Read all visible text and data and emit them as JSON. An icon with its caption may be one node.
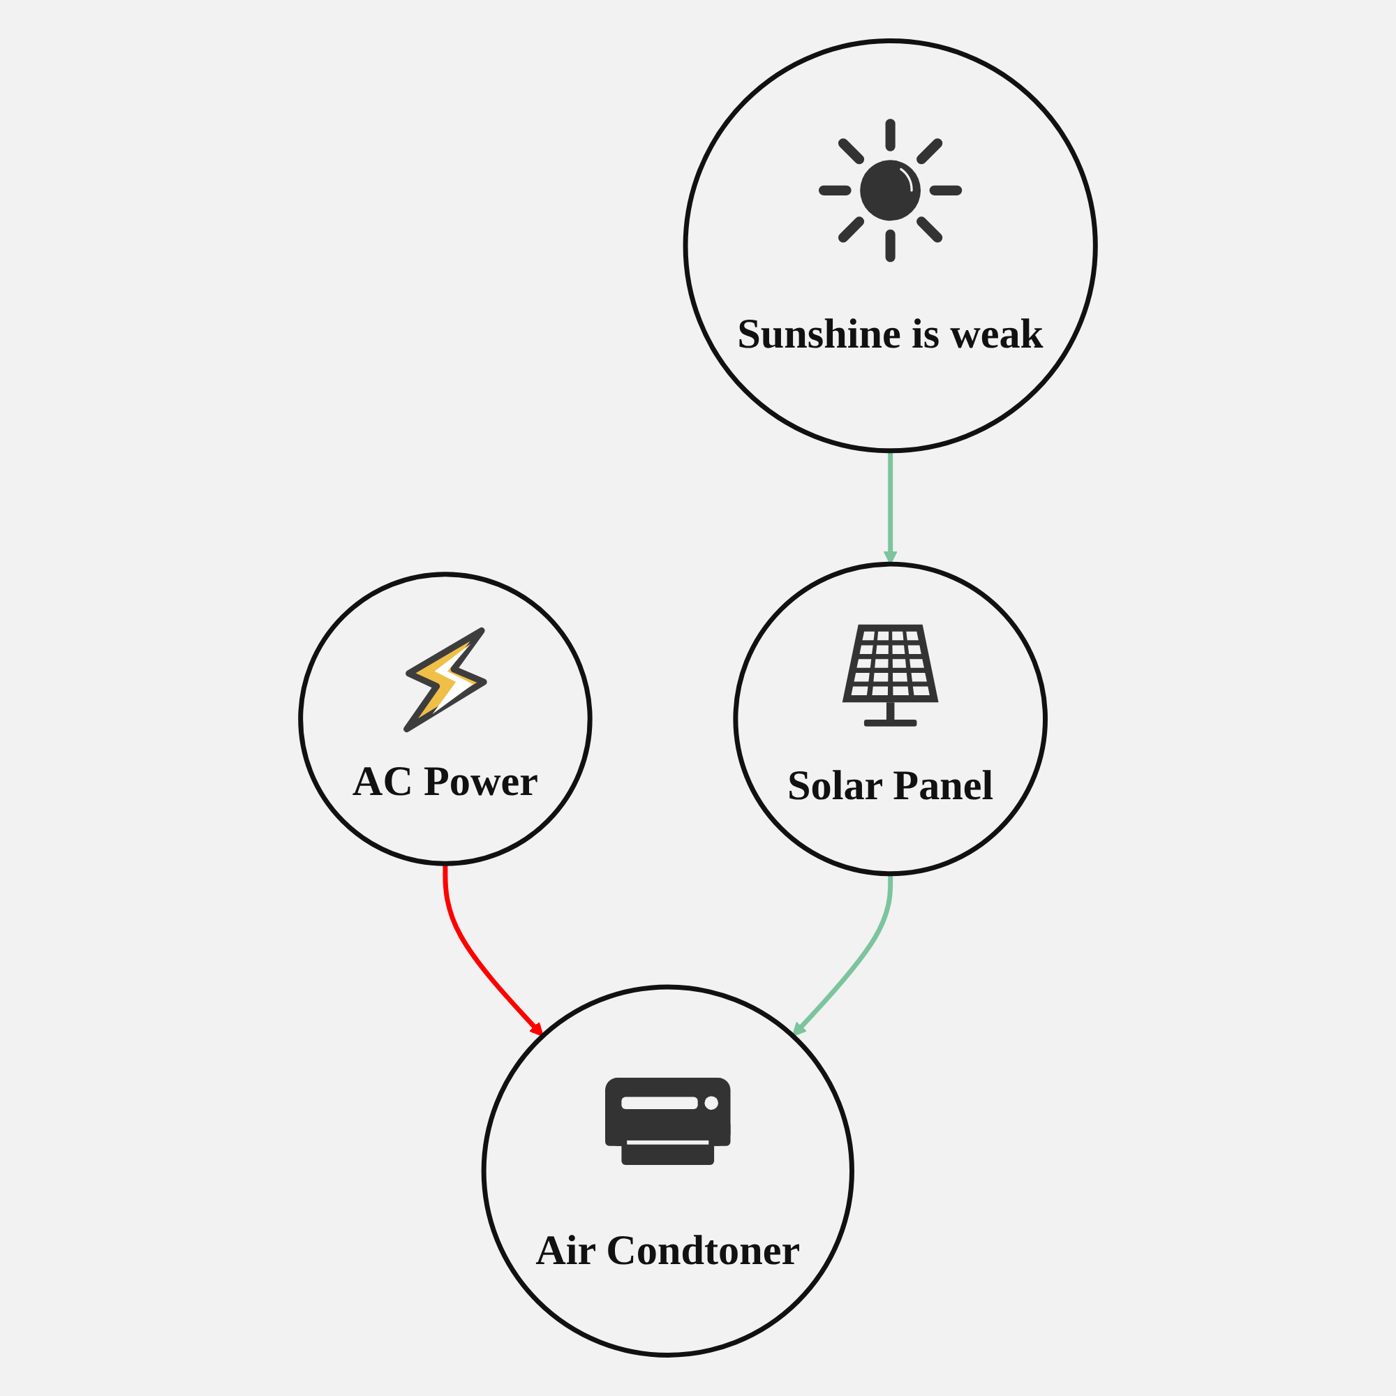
{
  "diagram": {
    "nodes": [
      {
        "text": [
          "AC Power"
        ]
      },
      {
        "text": [
          "Sunshine is weak"
        ]
      },
      {
        "text": [
          "Air Condtoner"
        ]
      },
      {
        "text": [
          "Solar Panel"
        ]
      }
    ],
    "edges": [
      {
        "from": 0,
        "to": 2,
        "arrow": "to",
        "color": "#ff0000"
      },
      {
        "from": 1,
        "to": 3,
        "arrow": "to"
      },
      {
        "from": 3,
        "to": 2,
        "arrow": "to"
      }
    ]
  }
}
